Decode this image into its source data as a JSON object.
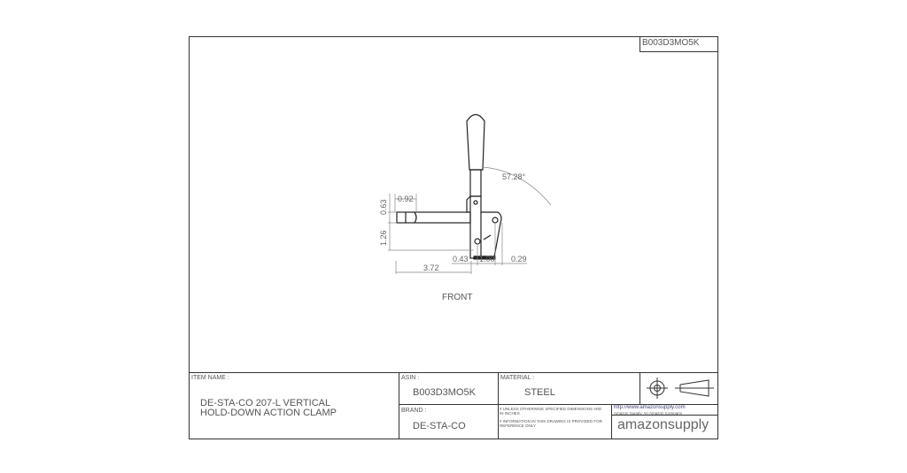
{
  "sheet_id": "B003D3MO5K",
  "drawing": {
    "view_label": "FRONT",
    "dimensions": {
      "angle": "57.28°",
      "d063": "0.63",
      "d092": "0.92",
      "d126": "1.26",
      "d043": "0.43",
      "d100": "1.00",
      "d029": "0.29",
      "d372": "3.72"
    }
  },
  "title_block": {
    "item_name_label": "ITEM NAME :",
    "item_name_line1": "DE-STA-CO 207-L VERTICAL",
    "item_name_line2": "HOLD-DOWN ACTION CLAMP",
    "asin_label": "ASIN :",
    "asin": "B003D3MO5K",
    "brand_label": "BRAND :",
    "brand": "DE-STA-CO",
    "material_label": "MATERIAL :",
    "material": "STEEL",
    "note1": "# UNLESS OTHERWISE SPECIFIED DIMENSIONS ARE IN INCHES",
    "note2": "# INFORMATION IN THIS DRAWING IS PROVIDED FOR REFERENCE ONLY",
    "url": "http://www.amazonsupply.com",
    "tagline": "Amazon Supply, An Amazon Company",
    "logo_text": "amazonsupply",
    "projection_symbol": "third-angle-projection-icon"
  }
}
